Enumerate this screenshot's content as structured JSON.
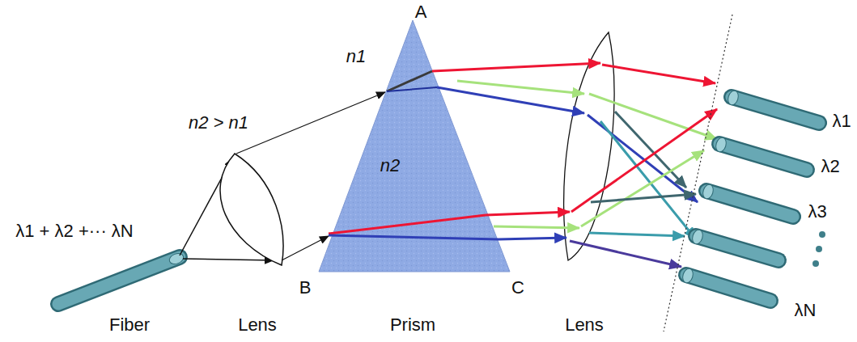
{
  "diagram": {
    "labels": [
      "λ1 + λ2 +··· λN",
      "Fiber",
      "Lens",
      "n2 > n1",
      "n1",
      "A",
      "n2",
      "B",
      "Prism",
      "C",
      "Lens",
      "λ1",
      "λ2",
      "λ3",
      "λN"
    ]
  }
}
